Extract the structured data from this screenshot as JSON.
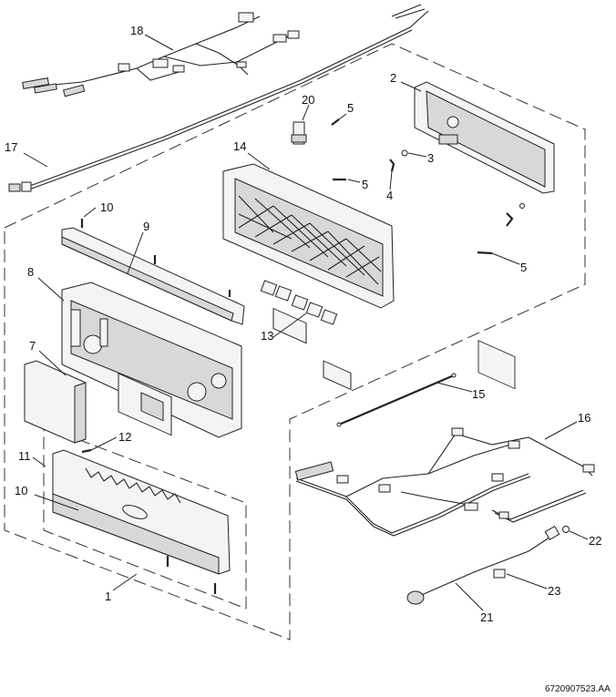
{
  "drawing": {
    "figure_id": "6720907523.AA",
    "labels": {
      "p1": "1",
      "p2": "2",
      "p3": "3",
      "p4": "4",
      "p5a": "5",
      "p5b": "5",
      "p5c": "5",
      "p7": "7",
      "p8": "8",
      "p9": "9",
      "p10a": "10",
      "p10b": "10",
      "p11": "11",
      "p12": "12",
      "p13": "13",
      "p14": "14",
      "p15": "15",
      "p16": "16",
      "p17": "17",
      "p18": "18",
      "p20": "20",
      "p21": "21",
      "p22": "22",
      "p23": "23"
    }
  }
}
